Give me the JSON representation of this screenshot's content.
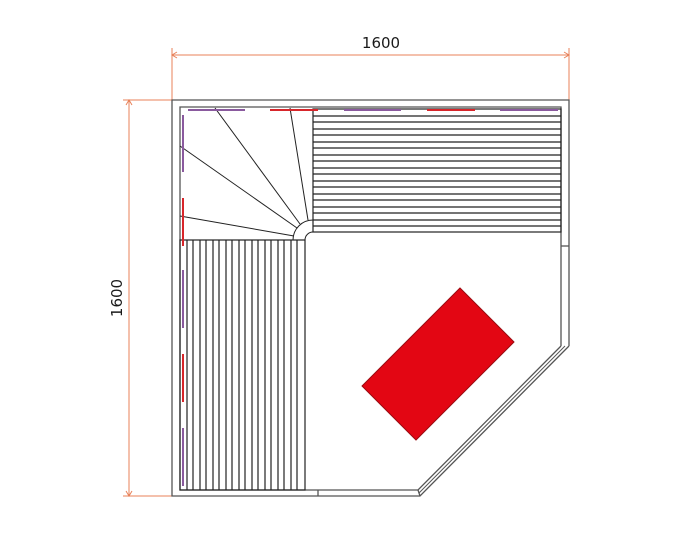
{
  "diagram": {
    "type": "sauna-floor-plan",
    "dimensions": {
      "width_label": "1600",
      "height_label": "1600"
    },
    "colors": {
      "dimension_line": "#e8825a",
      "wall": "#555555",
      "slat": "#222222",
      "heater": "#e30613",
      "light_red": "#d7262b",
      "light_purple": "#8a5a9e"
    },
    "elements": [
      {
        "id": "upper-bench",
        "kind": "bench",
        "orientation": "horizontal-slats"
      },
      {
        "id": "left-bench",
        "kind": "bench",
        "orientation": "vertical-slats"
      },
      {
        "id": "corner-steps",
        "kind": "fan-seating"
      },
      {
        "id": "heater",
        "kind": "stove",
        "color": "#e30613"
      },
      {
        "id": "glass-front",
        "kind": "diagonal-door-wall"
      }
    ]
  }
}
